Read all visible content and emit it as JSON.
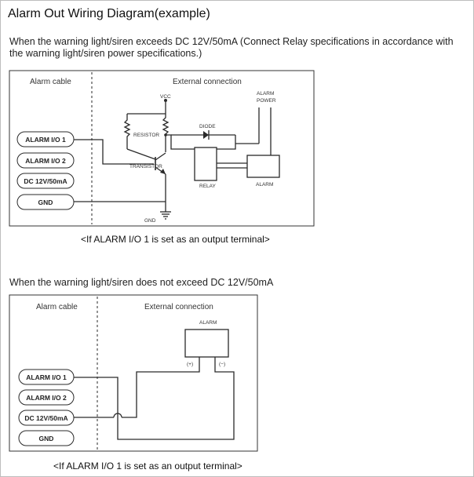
{
  "title": "Alarm Out Wiring Diagram(example)",
  "section1": {
    "description": "When the warning light/siren exceeds DC 12V/50mA (Connect Relay specifications in accordance with the warning light/siren power specifications.)",
    "alarm_cable_header": "Alarm cable",
    "external_header": "External connection",
    "terminals": [
      "ALARM I/O 1",
      "ALARM I/O 2",
      "DC 12V/50mA",
      "GND"
    ],
    "labels": {
      "vcc": "VCC",
      "alarm_power_line1": "ALARM",
      "alarm_power_line2": "POWER",
      "diode": "DIODE",
      "resistor": "RESISTOR",
      "transistor": "TRANSISTOR",
      "relay": "RELAY",
      "alarm": "ALARM",
      "gnd": "GND"
    },
    "caption": "<If ALARM I/O 1 is set as an output terminal>"
  },
  "section2": {
    "description": "When the warning light/siren does not exceed DC 12V/50mA",
    "alarm_cable_header": "Alarm cable",
    "external_header": "External connection",
    "terminals": [
      "ALARM I/O 1",
      "ALARM I/O 2",
      "DC 12V/50mA",
      "GND"
    ],
    "labels": {
      "alarm": "ALARM",
      "plus": "(+)",
      "minus": "(−)"
    },
    "caption": "<If ALARM I/O 1 is set as an output terminal>"
  },
  "colors": {
    "line": "#2a2a2a",
    "box_border": "#333333",
    "frame": "#bdbdbd"
  }
}
